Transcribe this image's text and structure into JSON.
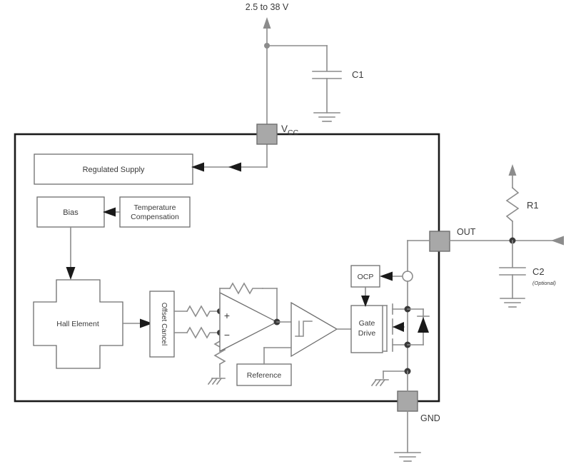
{
  "diagram": {
    "title": "Hall effect switch functional block diagram",
    "supply_label": "2.5 to 38 V",
    "pins": [
      {
        "name": "VCC",
        "label_main": "V",
        "label_sub": "CC"
      },
      {
        "name": "OUT",
        "label": "OUT"
      },
      {
        "name": "GND",
        "label": "GND"
      }
    ],
    "external_components": [
      {
        "name": "C1",
        "label": "C1",
        "note": ""
      },
      {
        "name": "R1",
        "label": "R1",
        "note": ""
      },
      {
        "name": "C2",
        "label": "C2",
        "note": "(Optional)"
      }
    ],
    "blocks": [
      {
        "id": "regulated-supply",
        "label": "Regulated Supply"
      },
      {
        "id": "bias",
        "label": "Bias"
      },
      {
        "id": "temperature-compensation",
        "label": "Temperature Compensation",
        "line1": "Temperature",
        "line2": "Compensation"
      },
      {
        "id": "hall-element",
        "label": "Hall Element"
      },
      {
        "id": "offset-cancel",
        "label": "Offset Cancel"
      },
      {
        "id": "reference",
        "label": "Reference"
      },
      {
        "id": "ocp",
        "label": "OCP"
      },
      {
        "id": "gate-drive",
        "label": "Gate Drive",
        "line1": "Gate",
        "line2": "Drive"
      }
    ],
    "amplifier": {
      "plus": "+",
      "minus": "−"
    },
    "colors": {
      "wire": "#8c8c8c",
      "block_border": "#6e6e6e",
      "text": "#3a3a3a",
      "ic_border": "#1a1a1a",
      "pin_fill": "#a8a8a8",
      "pin_border": "#6e6e6e",
      "background": "#ffffff"
    }
  }
}
